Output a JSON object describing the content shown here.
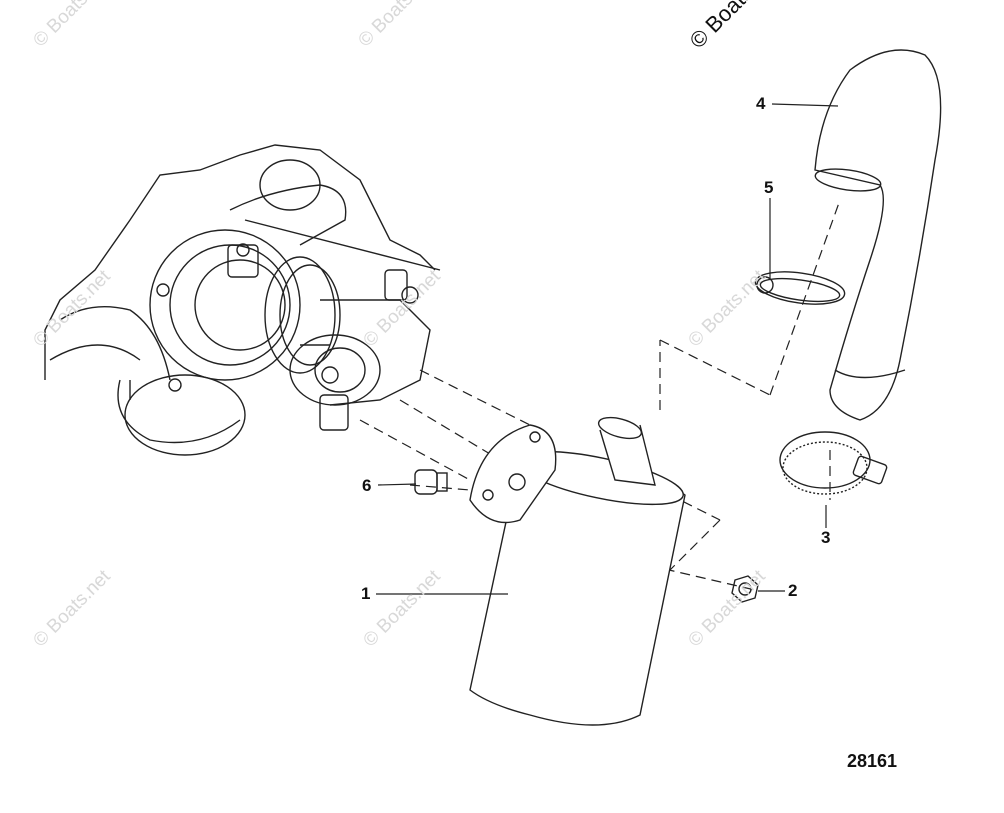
{
  "watermark": "© Boats.net",
  "callouts": {
    "c1": "1",
    "c2": "2",
    "c3": "3",
    "c4": "4",
    "c5": "5",
    "c6": "6"
  },
  "figure_number": "28161"
}
